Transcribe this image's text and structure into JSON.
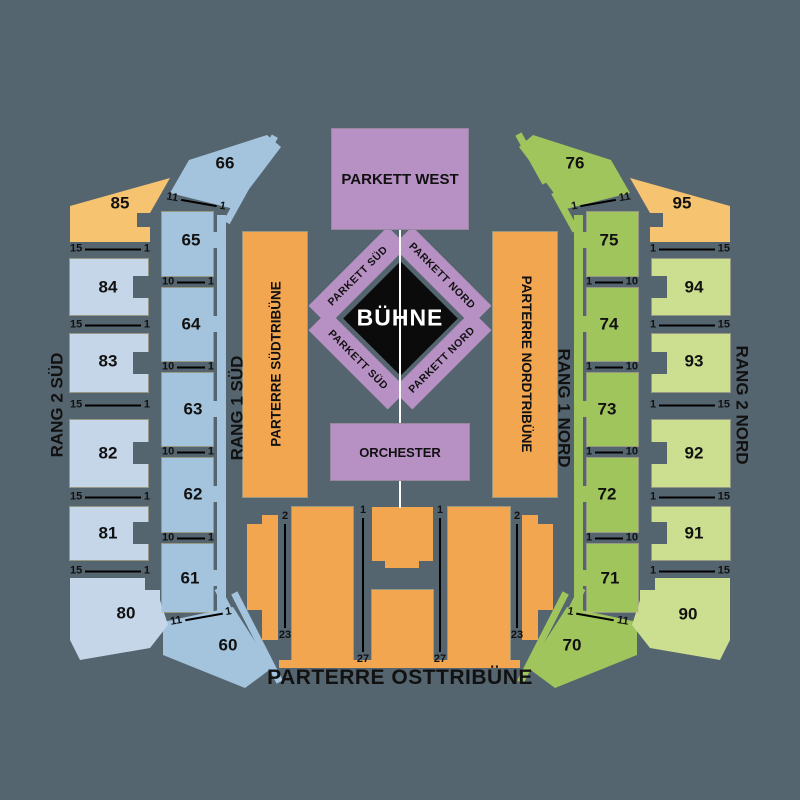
{
  "stage": {
    "label": "BÜHNE"
  },
  "parkett_west": {
    "label": "PARKETT WEST"
  },
  "orchester": {
    "label": "ORCHESTER"
  },
  "parkett_strips": {
    "top_left": "PARKETT SÜD",
    "top_right": "PARKETT NORD",
    "bottom_left": "PARKETT SÜD",
    "bottom_right": "PARKETT NORD"
  },
  "parterre": {
    "sued": "PARTERRE SÜDTRIBÜNE",
    "nord": "PARTERRE NORDTRIBÜNE",
    "ost": "PARTERRE OSTTRIBÜNE"
  },
  "rang_labels": {
    "rang1_sued": "RANG 1 SÜD",
    "rang1_nord": "RANG 1 NORD",
    "rang2_sued": "RANG 2 SÜD",
    "rang2_nord": "RANG 2 NORD"
  },
  "rang1_sued": {
    "sections": [
      "66",
      "65",
      "64",
      "63",
      "62",
      "61",
      "60"
    ],
    "rows": [
      [
        "11",
        "1"
      ],
      [
        "10",
        "1"
      ],
      [
        "10",
        "1"
      ],
      [
        "10",
        "1"
      ],
      [
        "10",
        "1"
      ],
      [
        "11",
        "1"
      ]
    ]
  },
  "rang1_nord": {
    "sections": [
      "76",
      "75",
      "74",
      "73",
      "72",
      "71",
      "70"
    ],
    "rows": [
      [
        "1",
        "11"
      ],
      [
        "1",
        "10"
      ],
      [
        "1",
        "10"
      ],
      [
        "1",
        "10"
      ],
      [
        "1",
        "10"
      ],
      [
        "1",
        "11"
      ]
    ]
  },
  "rang2_sued": {
    "sections": [
      "85",
      "84",
      "83",
      "82",
      "81",
      "80"
    ],
    "rows": [
      [
        "15",
        "1"
      ],
      [
        "15",
        "1"
      ],
      [
        "15",
        "1"
      ],
      [
        "15",
        "1"
      ],
      [
        "15",
        "1"
      ]
    ]
  },
  "rang2_nord": {
    "sections": [
      "95",
      "94",
      "93",
      "92",
      "91",
      "90"
    ],
    "rows": [
      [
        "1",
        "15"
      ],
      [
        "1",
        "15"
      ],
      [
        "1",
        "15"
      ],
      [
        "1",
        "15"
      ],
      [
        "1",
        "15"
      ]
    ]
  },
  "ost_lines": [
    [
      "2",
      "23"
    ],
    [
      "1",
      "27"
    ],
    [
      "1",
      "27"
    ],
    [
      "2",
      "23"
    ]
  ],
  "colors": {
    "background": "#55656F",
    "rang1_sued_blue": "#A4C4DE",
    "rang2_sued_light_blue": "#C6D6E9",
    "rang1_nord_green": "#A0C55C",
    "rang2_nord_light_green": "#CCDF90",
    "parterre_orange": "#F2A650",
    "corner_tan": "#F6C370",
    "parkett_purple": "#B790C4",
    "stage_black": "#0B0B0B",
    "center_line_white": "#FFFFFF"
  }
}
